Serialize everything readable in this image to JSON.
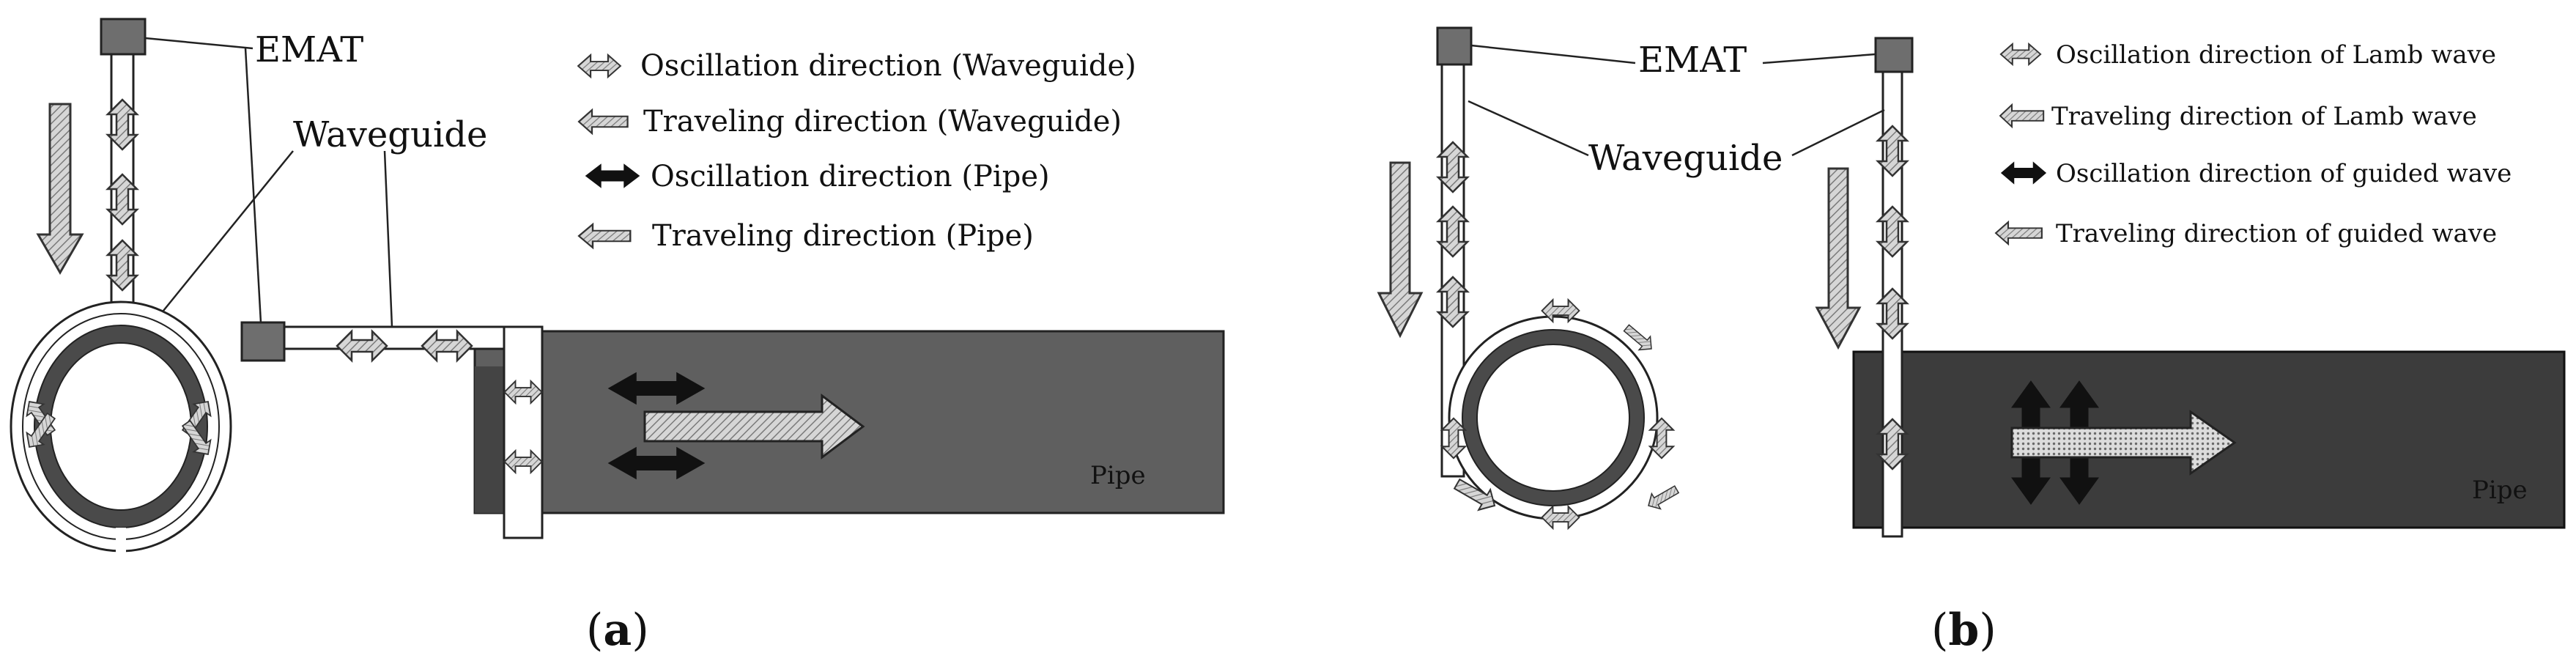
{
  "panel_a": {
    "emat": "EMAT",
    "waveguide": "Waveguide",
    "pipe": "Pipe",
    "legend": [
      "Oscillation direction (Waveguide)",
      "Traveling direction (Waveguide)",
      "Oscillation direction (Pipe)",
      "Traveling direction (Pipe)"
    ],
    "caption_open": "(",
    "caption_letter": "a",
    "caption_close": ")"
  },
  "panel_b": {
    "emat": "EMAT",
    "waveguide": "Waveguide",
    "pipe": "Pipe",
    "legend": [
      "Oscillation direction of Lamb wave",
      "Traveling direction of Lamb wave",
      "Oscillation direction of guided wave",
      "Traveling direction of guided wave"
    ],
    "caption_open": "(",
    "caption_letter": "b",
    "caption_close": ")"
  },
  "colors": {
    "pipe_a": "#5f5f5f",
    "pipe_b": "#3c3c3c",
    "emat": "#6e6e6e",
    "ring": "#4a4a4a",
    "hatch_light": "#d6d6d6",
    "hatch_dark": "#7a7a7a",
    "black_arrow": "#111111"
  }
}
